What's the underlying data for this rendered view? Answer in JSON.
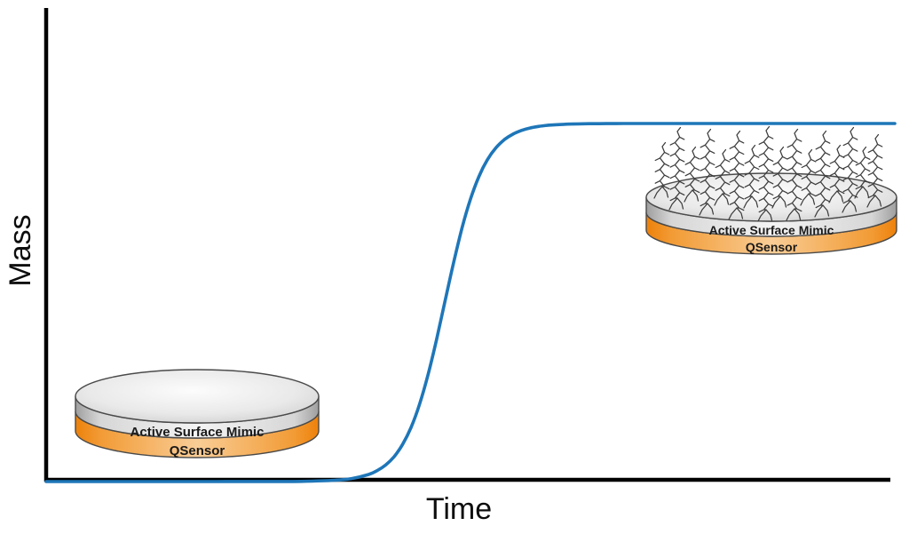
{
  "colors": {
    "curve_blue": "#1E76B8",
    "axis_black": "#000000",
    "qsensor_orange_edge": "#ED810A",
    "qsensor_orange_center": "#F9CD96",
    "disc_gray_edge": "#9E9E9E",
    "disc_gray_center": "#F4F4F4",
    "molecule_gray": "#3C3C3C",
    "label_text": "#1A1A1A"
  },
  "chart_data": {
    "type": "line",
    "title": "",
    "xlabel": "Time",
    "ylabel": "Mass",
    "grid": false,
    "legend": "none",
    "ticks": "none (qualitative sketch, no numeric tick labels)",
    "x_range_normalized": [
      0,
      1
    ],
    "y_range_normalized": [
      0,
      1
    ],
    "series": [
      {
        "name": "adsorbed-mass-sigmoid",
        "shape": "sigmoid from low baseline to high plateau",
        "x": [
          0,
          0.05,
          0.1,
          0.15,
          0.2,
          0.26,
          0.3,
          0.34,
          0.36,
          0.38,
          0.39,
          0.4,
          0.41,
          0.42,
          0.43,
          0.44,
          0.45,
          0.46,
          0.47,
          0.48,
          0.49,
          0.5,
          0.51,
          0.52,
          0.53,
          0.54,
          0.55,
          0.56,
          0.57,
          0.58,
          0.59,
          0.6,
          0.62,
          0.64,
          0.66,
          0.68,
          0.7,
          0.75,
          0.8,
          0.85,
          0.9,
          0.95,
          1.0
        ],
        "y": [
          0,
          0,
          0,
          0,
          0.0001,
          0.0002,
          0.0006,
          0.0036,
          0.0084,
          0.0199,
          0.0304,
          0.0462,
          0.0695,
          0.1036,
          0.1514,
          0.216,
          0.2984,
          0.3965,
          0.5036,
          0.6104,
          0.7076,
          0.7889,
          0.8523,
          0.8991,
          0.9323,
          0.955,
          0.9703,
          0.9806,
          0.9874,
          0.9918,
          0.9947,
          0.9966,
          0.9985,
          0.9994,
          0.9997,
          0.9999,
          1,
          1,
          1,
          1,
          1,
          1,
          1
        ]
      }
    ]
  },
  "sensors": {
    "before": {
      "surface_label": "Active Surface Mimic",
      "qsensor_label": "QSensor",
      "molecules_on_surface": false,
      "position": "bottom-left, at the low-mass baseline of the curve"
    },
    "after": {
      "surface_label": "Active Surface Mimic",
      "qsensor_label": "QSensor",
      "molecules_on_surface": true,
      "molecule_count": 16,
      "position": "top-right, under the high-mass plateau of the curve",
      "molecules": [
        [
          746,
          165,
          222
        ],
        [
          763,
          148,
          235
        ],
        [
          780,
          170,
          226
        ],
        [
          797,
          150,
          241
        ],
        [
          814,
          173,
          230
        ],
        [
          830,
          152,
          246
        ],
        [
          847,
          168,
          233
        ],
        [
          863,
          147,
          248
        ],
        [
          879,
          170,
          233
        ],
        [
          895,
          150,
          247
        ],
        [
          911,
          173,
          230
        ],
        [
          927,
          152,
          243
        ],
        [
          943,
          168,
          227
        ],
        [
          958,
          148,
          238
        ],
        [
          972,
          170,
          222
        ],
        [
          986,
          156,
          232
        ]
      ]
    }
  }
}
